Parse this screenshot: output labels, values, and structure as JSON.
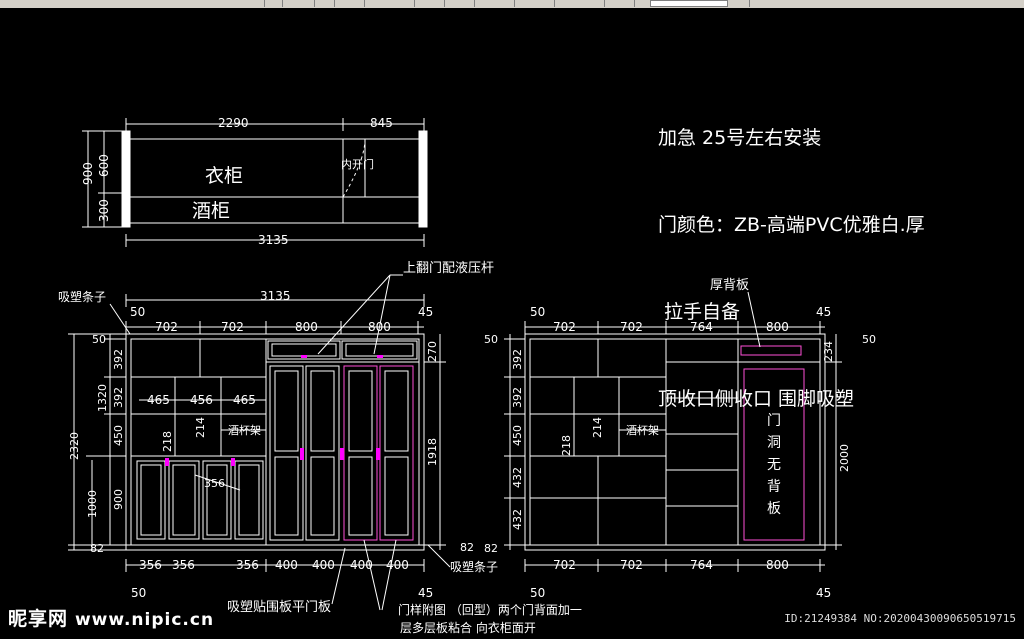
{
  "notes": {
    "line1": "加急 25号左右安装",
    "line2": "门颜色：ZB-高端PVC优雅白.厚",
    "line3": " 拉手自备",
    "line4": "顶收口侧收口 围脚吸塑"
  },
  "plan": {
    "dims_top": [
      "2290",
      "845"
    ],
    "dim_bottom": "3135",
    "dims_left": [
      "900",
      "600",
      "300"
    ],
    "label_wardrobe": "衣柜",
    "label_winecab": "酒柜",
    "label_door": "内开门"
  },
  "front": {
    "dim_overall": "3135",
    "side_margins": [
      "50",
      "45"
    ],
    "dims_top": [
      "702",
      "702",
      "800",
      "800"
    ],
    "left_dims": [
      "50",
      "392",
      "1320",
      "392",
      "450",
      "900",
      "82",
      "2320",
      "1000"
    ],
    "right_dims": [
      "270",
      "1918",
      "82"
    ],
    "inner_dims": [
      "465",
      "456",
      "465",
      "218",
      "214",
      "356"
    ],
    "bottom_dims": [
      "356",
      "356",
      "356",
      "400",
      "400",
      "400",
      "400"
    ],
    "dims_under": [
      "50",
      "45"
    ],
    "label_glass_rack": "酒杯架",
    "callout_trim_left": "吸塑条子",
    "callout_trim_right": "吸塑条子",
    "callout_hydraulic": "上翻门配液压杆",
    "callout_plinth": "吸塑贴围板平门板",
    "callout_door_style_1": "门样附图  （回型）两个门背面加一",
    "callout_door_style_2": "层多层板粘合 向衣柜面开"
  },
  "back": {
    "dims_top": [
      "702",
      "702",
      "764",
      "800"
    ],
    "side_margins": [
      "50",
      "45"
    ],
    "left_dims": [
      "50",
      "392",
      "392",
      "450",
      "432",
      "432",
      "82"
    ],
    "right_dims": [
      "234",
      "2000",
      "50"
    ],
    "inner_dims": [
      "218",
      "214"
    ],
    "bottom_dims": [
      "702",
      "702",
      "764",
      "800"
    ],
    "dims_under": [
      "50",
      "45"
    ],
    "label_glass_rack": "酒杯架",
    "callout_thick_back": "厚背板",
    "label_no_back_1": "门",
    "label_no_back_2": "洞",
    "label_no_back_3": "无",
    "label_no_back_4": "背",
    "label_no_back_5": "板"
  },
  "watermark": {
    "brand": "昵享网",
    "url": "www.nipic.cn",
    "id": "ID:21249384 NO:20200430090650519715"
  },
  "colors": {
    "background": "#000000",
    "lines": "#ffffff",
    "handles": "#ff00ff",
    "hidden_inner": "#ff4fd8",
    "toolbar": "#d4d0c8"
  }
}
